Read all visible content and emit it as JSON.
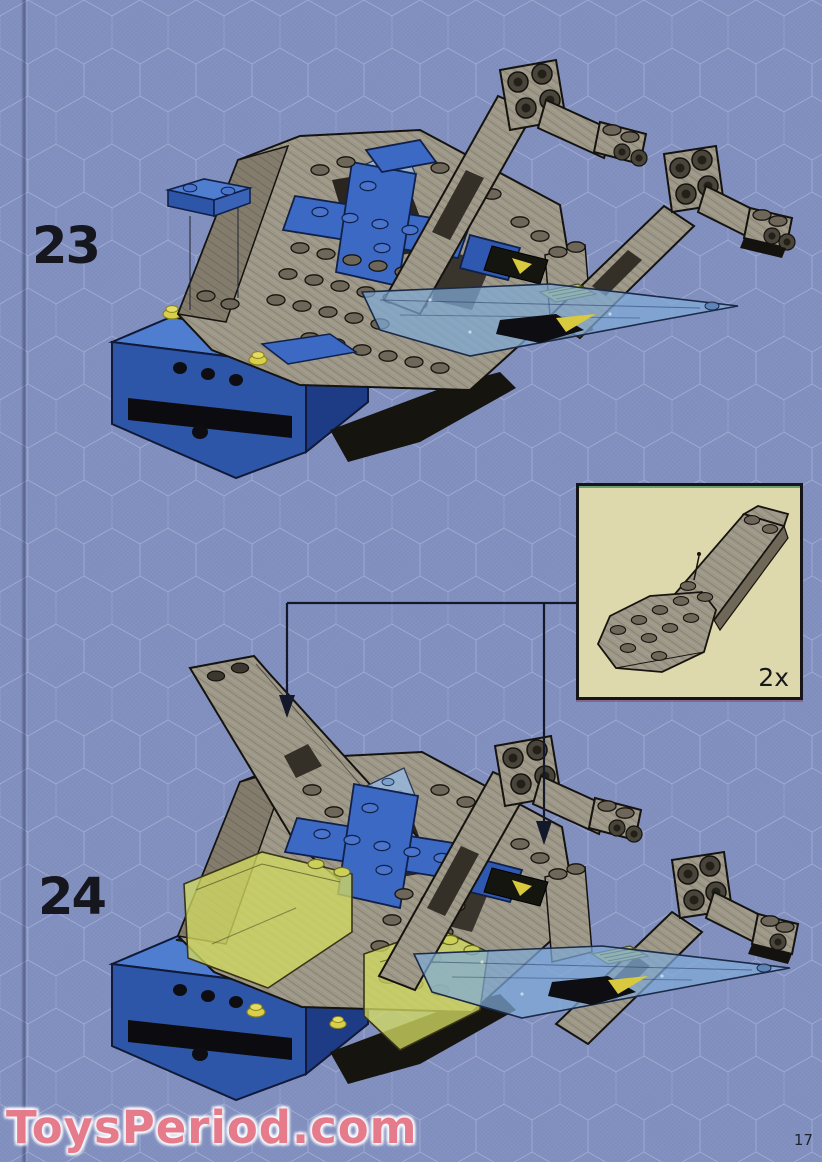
{
  "page": {
    "watermark_text": "ToysPeriod.com",
    "page_number": "17",
    "background_color": "#8290c0"
  },
  "steps": [
    {
      "number": "23"
    },
    {
      "number": "24"
    }
  ],
  "callout": {
    "quantity_label": "2x",
    "part": "gray-tapered-wing-plate",
    "box_color": "#ddd9ad",
    "border_color": "#15151a"
  },
  "colors": {
    "brick_gray": "#9d9787",
    "brick_gray_shade": "#847d6e",
    "brick_blue": "#3b69c4",
    "pontoon_blue": "#2e56a8",
    "trans_blue_canopy": "#80aad7",
    "trans_green_canopy": "#d2da62",
    "accent_yellow": "#d9d049",
    "watermark_pink": "#ea7b89",
    "connector_line": "#13182b"
  },
  "icons": {
    "down_arrow": "▼"
  }
}
